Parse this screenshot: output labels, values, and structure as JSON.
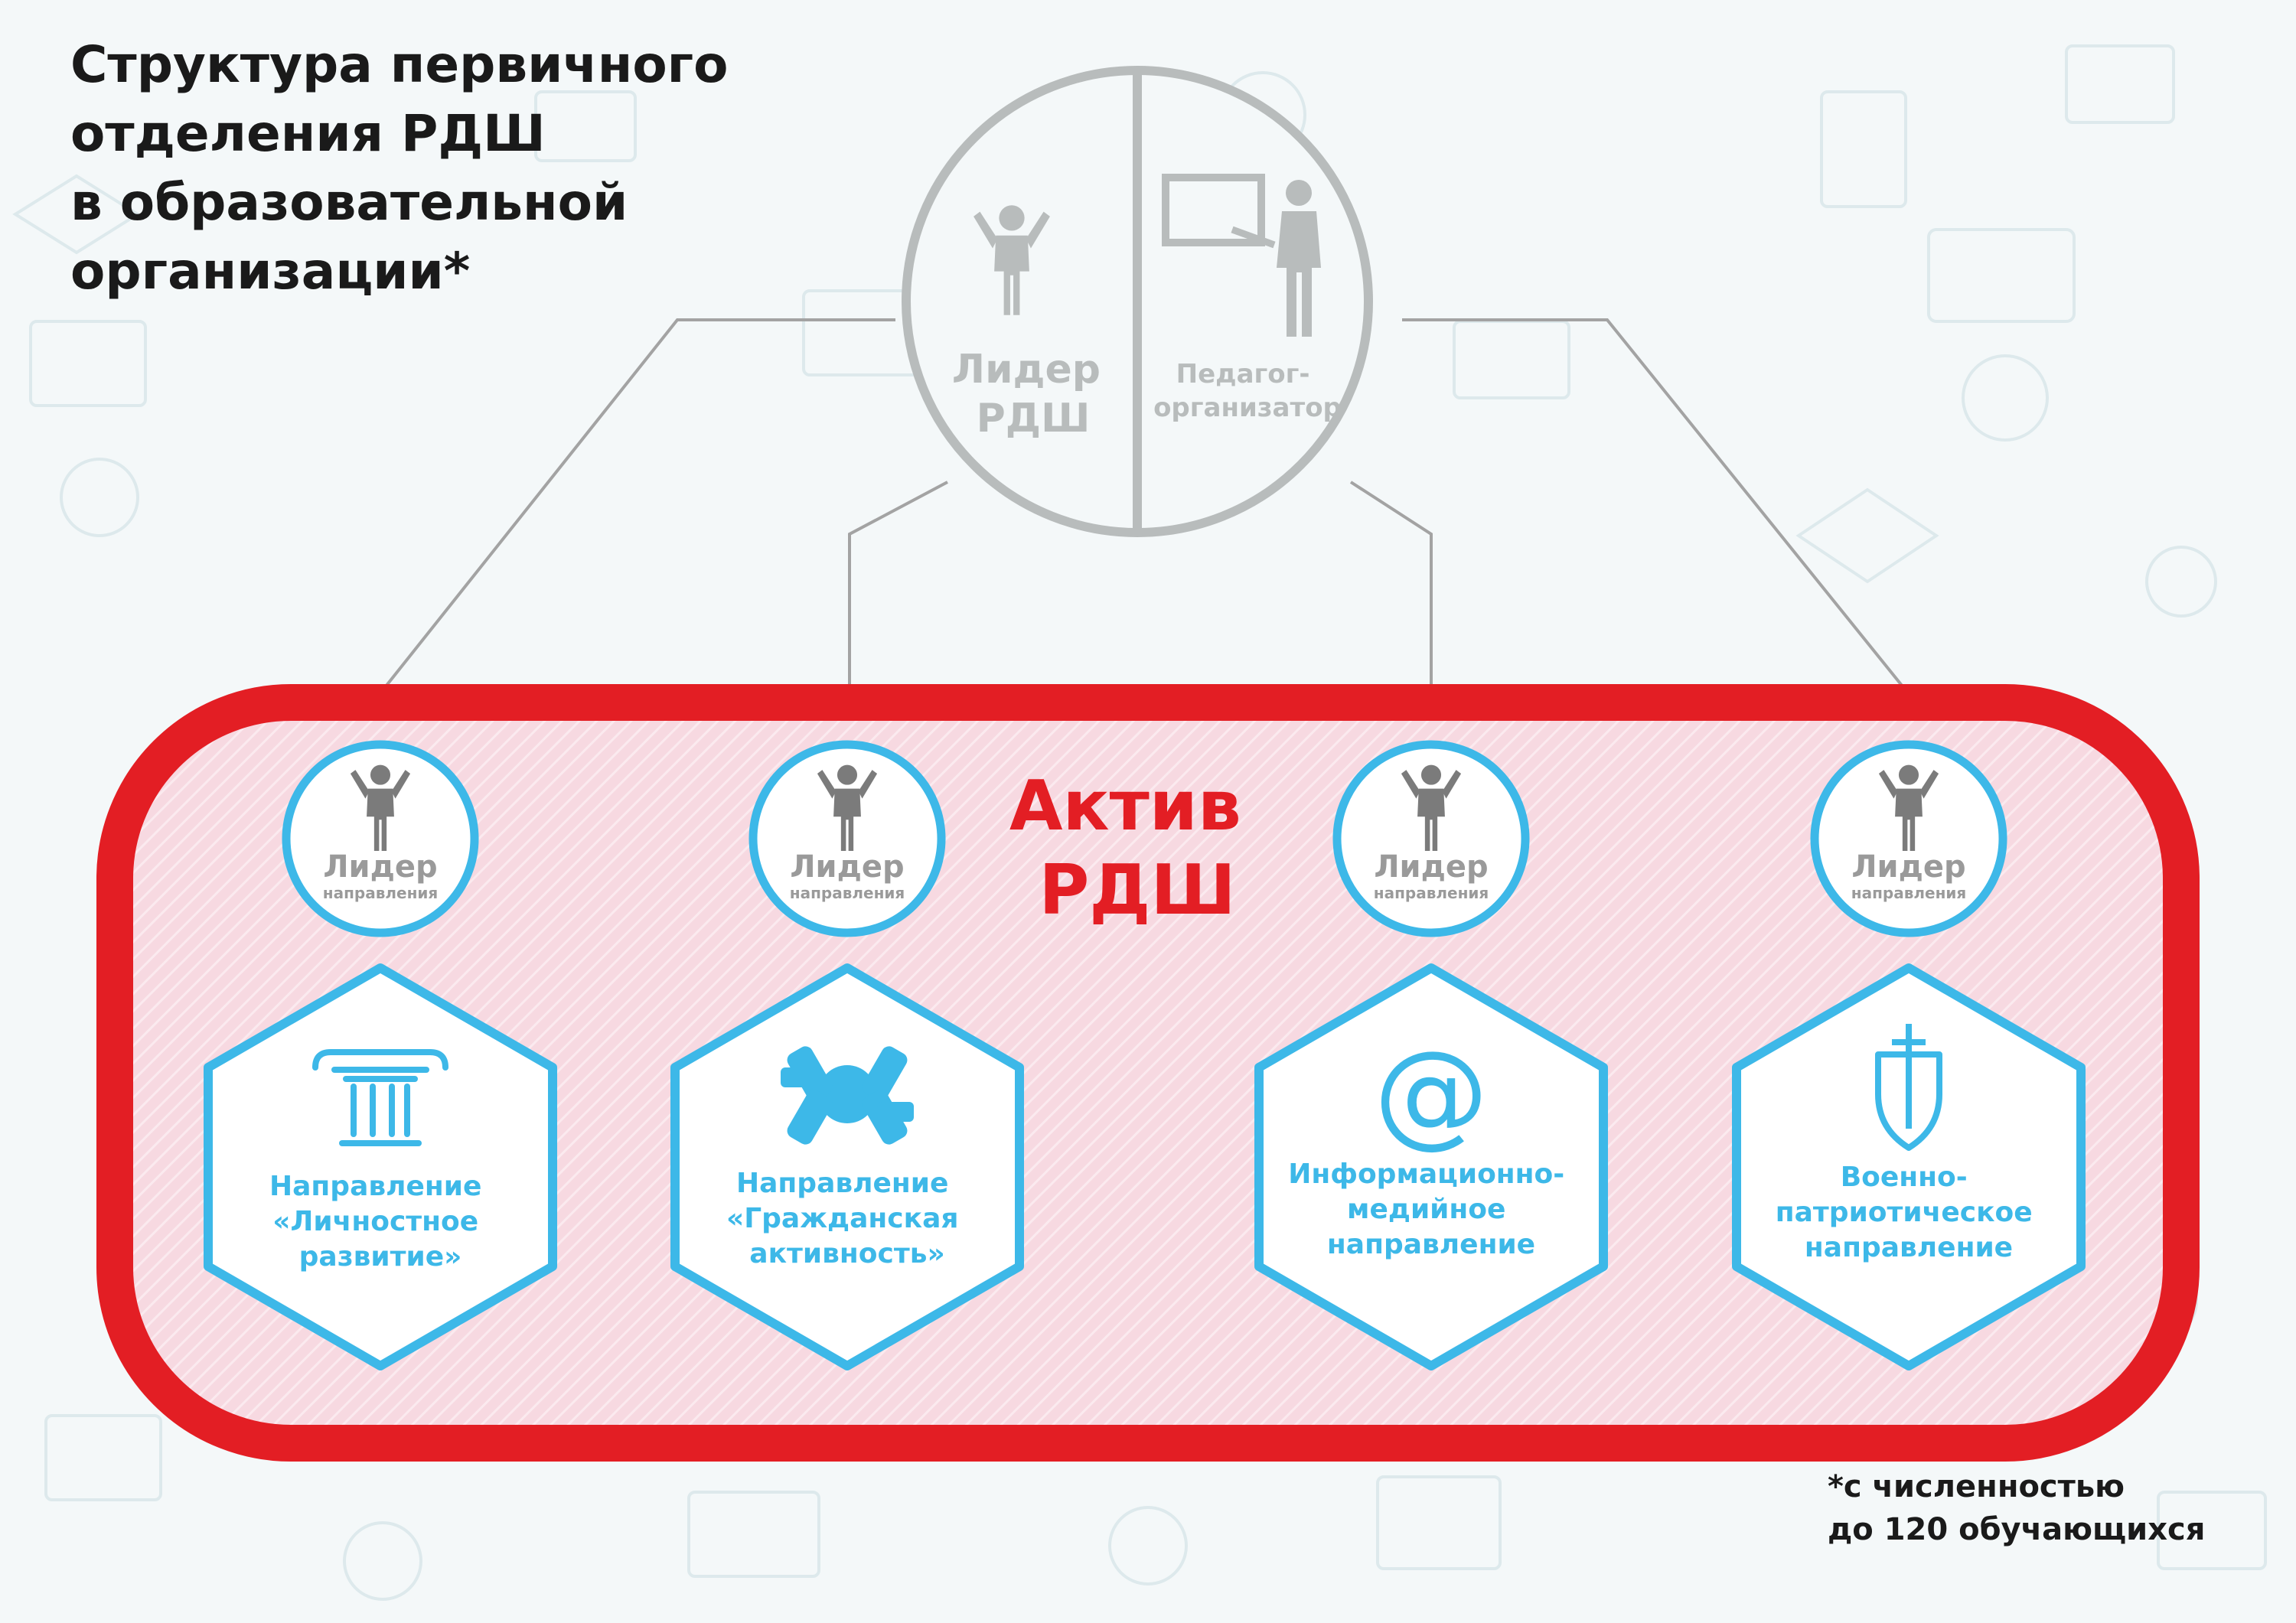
{
  "title": {
    "lines": [
      "Структура первичного",
      "отделения РДШ",
      "в образовательной",
      "организации*"
    ]
  },
  "leadership": {
    "left_label": [
      "Лидер",
      "РДШ"
    ],
    "right_label": [
      "Педагог-",
      "организатор"
    ],
    "left_icon": "person-arms-raised-icon",
    "right_icon": "teacher-at-board-icon"
  },
  "activ": {
    "label": [
      "Актив",
      "РДШ"
    ]
  },
  "leader_badge": {
    "title": "Лидер",
    "subtitle": "направления",
    "icon": "person-arms-raised-icon"
  },
  "directions": [
    {
      "icon": "column-icon",
      "lines": [
        "Направление",
        "«Личностное",
        "развитие»"
      ]
    },
    {
      "icon": "joined-hands-icon",
      "lines": [
        "Направление",
        "«Гражданская",
        "активность»"
      ]
    },
    {
      "icon": "at-sign-icon",
      "lines": [
        "Информационно-",
        "медийное",
        "направление"
      ]
    },
    {
      "icon": "shield-sword-icon",
      "lines": [
        "Военно-",
        "патриотическое",
        "направление"
      ]
    }
  ],
  "footnote": {
    "lines": [
      "*с численностью",
      "до 120 обучающихся"
    ]
  },
  "colors": {
    "accent_red": "#e31e24",
    "accent_blue": "#3db8e8",
    "gray": "#b8bcbc",
    "icon_gray": "#7b7b7b",
    "pink_fill": "#f7d9e1",
    "title_text": "#1a1a1a"
  }
}
